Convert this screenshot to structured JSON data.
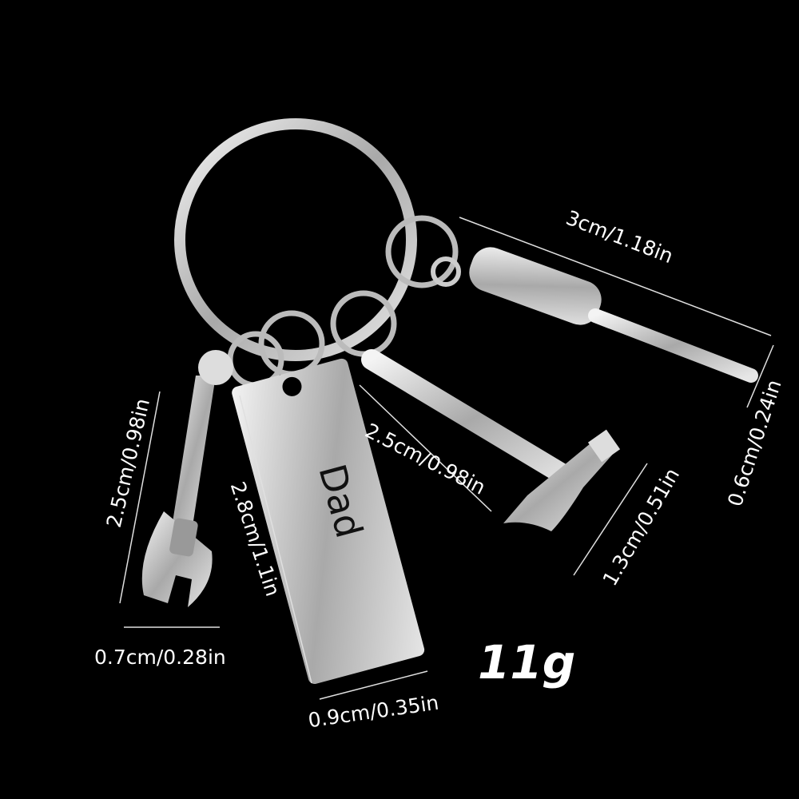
{
  "product": {
    "ruler_engraving": "Dad",
    "weight": "11g"
  },
  "dimensions": {
    "screwdriver_length": "3cm/1.18in",
    "screwdriver_width": "0.6cm/0.24in",
    "hammer_length": "2.5cm/0.98in",
    "hammer_head": "1.3cm/0.51in",
    "wrench_length": "2.5cm/0.98in",
    "wrench_width": "0.7cm/0.28in",
    "ruler_length": "2.8cm/1.1in",
    "ruler_width": "0.9cm/0.35in"
  },
  "colors": {
    "background": "#000000",
    "metal": "#c8c8c8",
    "text": "#ffffff"
  }
}
